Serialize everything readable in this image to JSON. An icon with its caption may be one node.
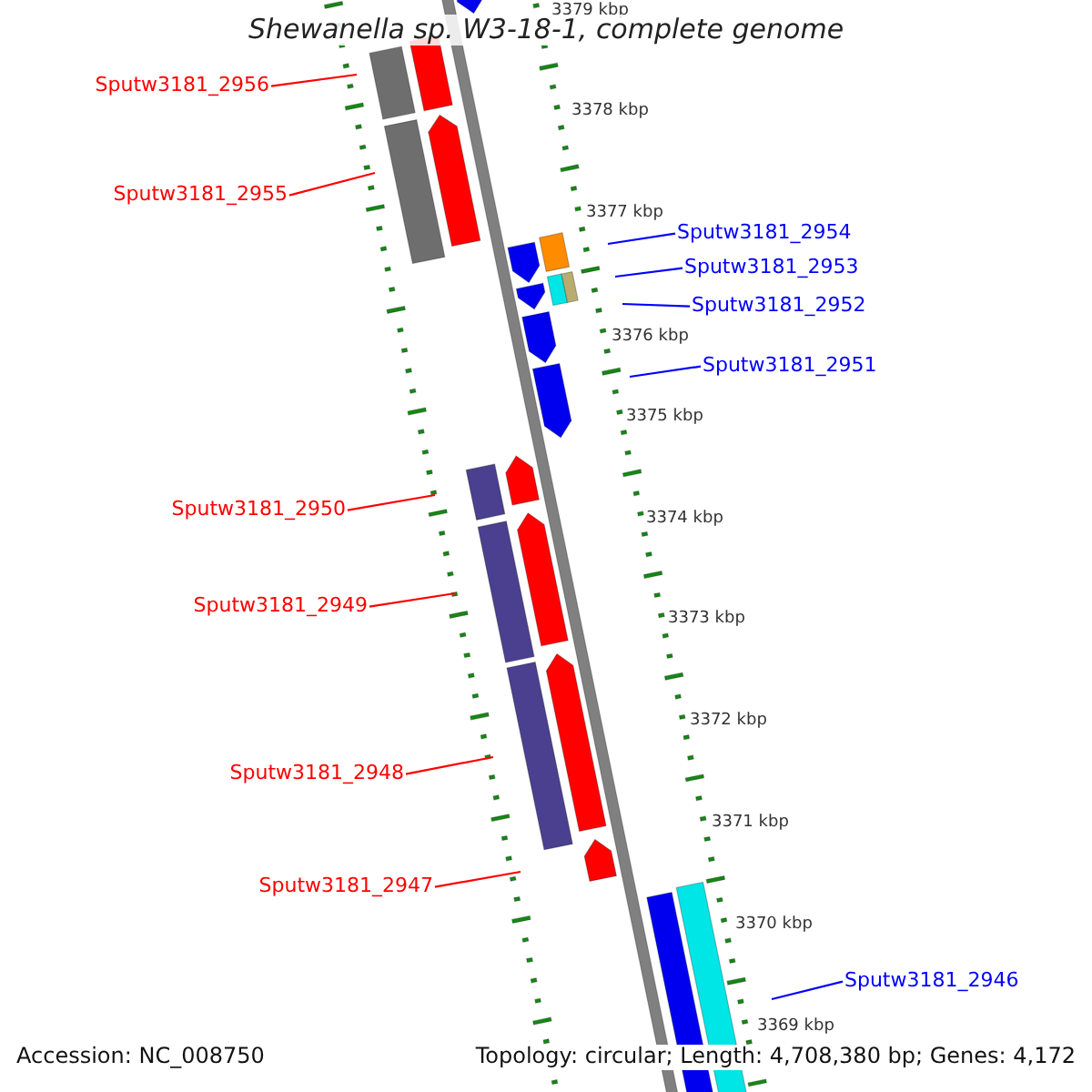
{
  "diagram": {
    "title": "Shewanella sp. W3-18-1, complete genome",
    "nodes": [
      {
        "text": [
          "Sputw3181_2956"
        ]
      },
      {
        "text": [
          "Sputw3181_2955"
        ]
      },
      {
        "text": [
          "Sputw3181_2954"
        ]
      },
      {
        "text": [
          "Sputw3181_2953"
        ]
      },
      {
        "text": [
          "Sputw3181_2952"
        ]
      },
      {
        "text": [
          "Sputw3181_2951"
        ]
      },
      {
        "text": [
          "Sputw3181_2950"
        ]
      },
      {
        "text": [
          "Sputw3181_2949"
        ]
      },
      {
        "text": [
          "Sputw3181_2948"
        ]
      },
      {
        "text": [
          "Sputw3181_2947"
        ]
      },
      {
        "text": [
          "Sputw3181_2946"
        ]
      }
    ],
    "edges": [
      {
        "from": 0,
        "to": null,
        "arrow": "none"
      },
      {
        "from": 1,
        "to": null,
        "arrow": "none"
      },
      {
        "from": 2,
        "to": null,
        "arrow": "none",
        "color": "#0000ff"
      },
      {
        "from": 3,
        "to": null,
        "arrow": "none",
        "color": "#0000ff"
      },
      {
        "from": 4,
        "to": null,
        "arrow": "none",
        "color": "#0000ff"
      },
      {
        "from": 5,
        "to": null,
        "arrow": "none",
        "color": "#0000ff"
      },
      {
        "from": 6,
        "to": null,
        "arrow": "none"
      },
      {
        "from": 7,
        "to": null,
        "arrow": "none"
      },
      {
        "from": 8,
        "to": null,
        "arrow": "none"
      },
      {
        "from": 9,
        "to": null,
        "arrow": "none"
      },
      {
        "from": 10,
        "to": null,
        "arrow": "none",
        "color": "#0000ff"
      }
    ],
    "labels": [
      "3379 kbp",
      "3378 kbp",
      "3377 kbp",
      "3376 kbp",
      "3375 kbp",
      "3374 kbp",
      "3373 kbp",
      "3372 kbp",
      "3371 kbp",
      "3370 kbp",
      "3369 kbp",
      "Accession: NC_008750",
      "Topology: circular; Length: 4,708,380 bp; Genes: 4,172"
    ]
  }
}
